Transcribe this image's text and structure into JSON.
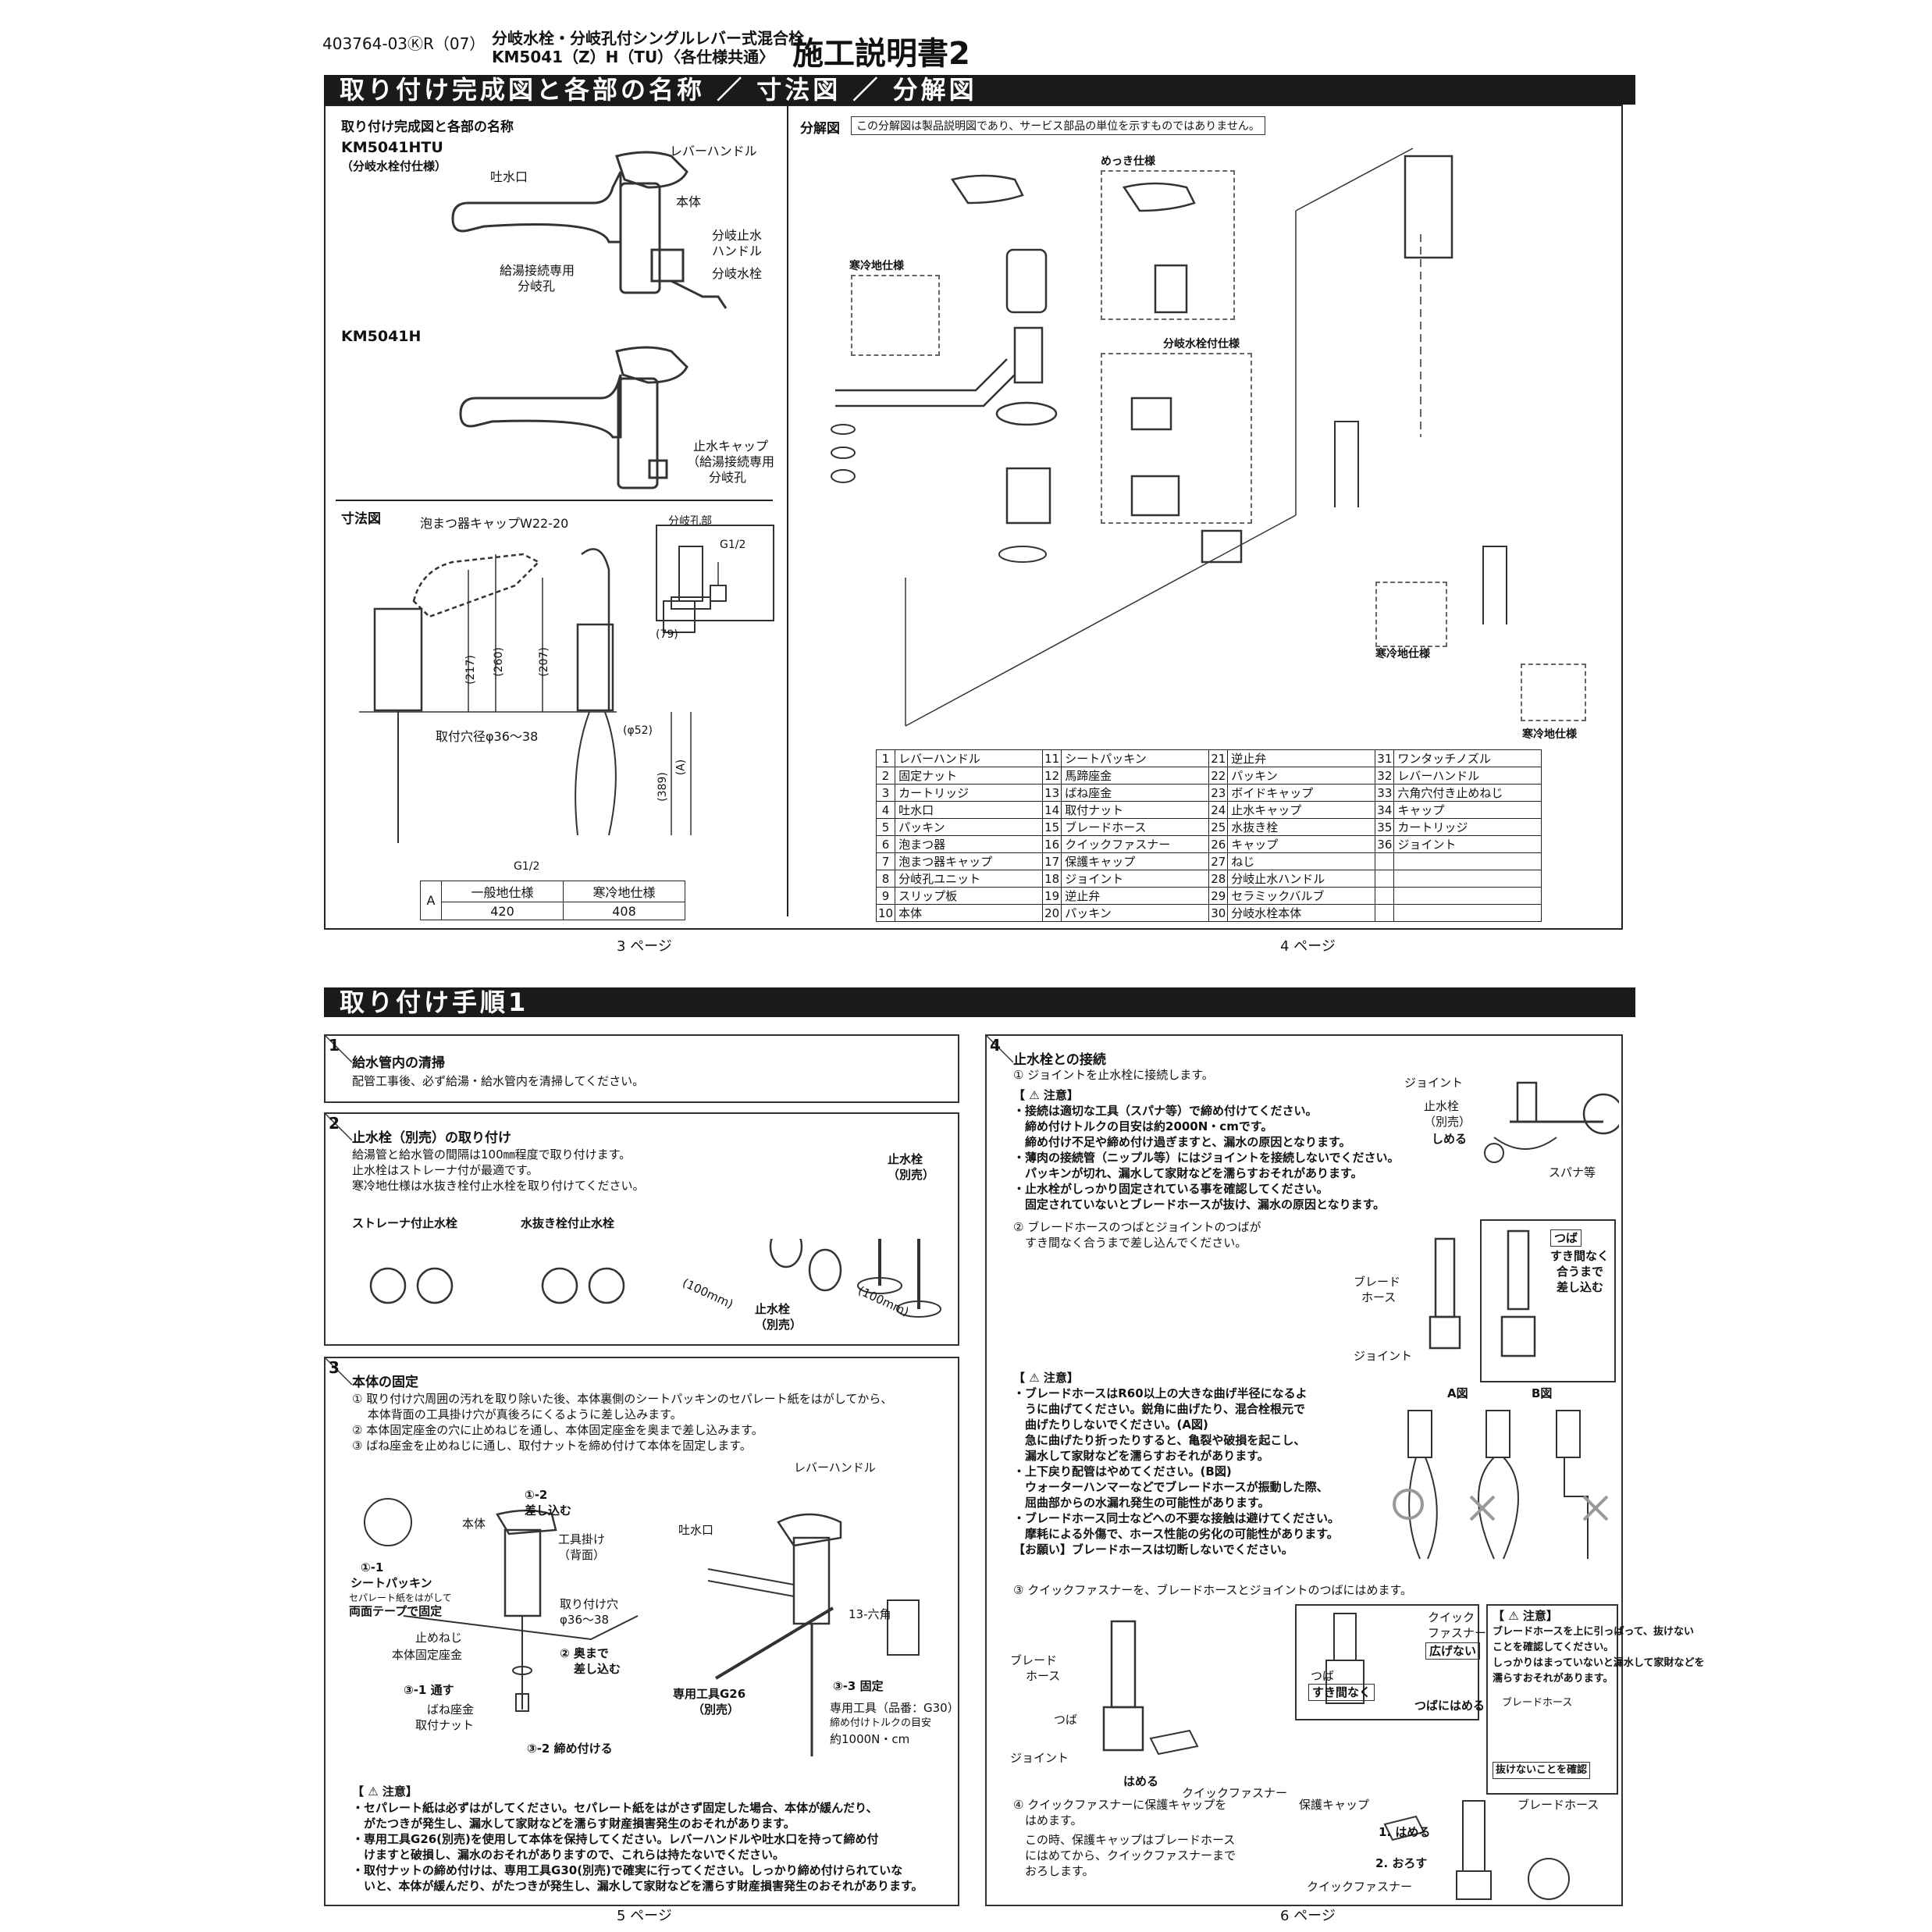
{
  "header": {
    "doc_code": "403764-03ⓀR（07）",
    "product_line1": "分岐水栓・分岐孔付シングルレバー式混合栓",
    "product_line2": "KM5041（Z）H（TU）〈各仕様共通〉",
    "doc_title": "施工説明書2"
  },
  "section1": {
    "title": "取り付け完成図と各部の名称 ／ 寸法図 ／ 分解図",
    "left": {
      "heading": "取り付け完成図と各部の名称",
      "model1": "KM5041HTU",
      "model1_sub": "（分岐水栓付仕様）",
      "model1_labels": [
        "レバーハンドル",
        "吐水口",
        "本体",
        "分岐止水",
        "ハンドル",
        "分岐水栓",
        "給湯接続専用",
        "分岐孔"
      ],
      "model2": "KM5041H",
      "model2_labels": [
        "止水キャップ",
        "（給湯接続専用",
        "分岐孔"
      ],
      "dim_heading": "寸法図",
      "dim_labels": [
        "泡まつ器キャップW22-20",
        "分岐孔部",
        "G1/2",
        "(79)",
        "(217)",
        "(260)",
        "(207)",
        "取付穴径φ36～38",
        "(φ52)",
        "(389)",
        "(A)",
        "G1/2"
      ],
      "dim_table": {
        "row_head": "A",
        "cols": [
          "一般地仕様",
          "寒冷地仕様"
        ],
        "vals": [
          "420",
          "408"
        ]
      }
    },
    "right": {
      "heading": "分解図",
      "note": "この分解図は製品説明図であり、サービス部品の単位を示すものではありません。",
      "group_plating": "めっき仕様",
      "group_cold": "寒冷地仕様",
      "group_branch": "分岐水栓付仕様",
      "group_cold2": "寒冷地仕様",
      "group_cold3": "寒冷地仕様",
      "parts_table": [
        [
          "1",
          "レバーハンドル",
          "11",
          "シートパッキン",
          "21",
          "逆止弁",
          "31",
          "ワンタッチノズル"
        ],
        [
          "2",
          "固定ナット",
          "12",
          "馬蹄座金",
          "22",
          "パッキン",
          "32",
          "レバーハンドル"
        ],
        [
          "3",
          "カートリッジ",
          "13",
          "ばね座金",
          "23",
          "ボイドキャップ",
          "33",
          "六角穴付き止めねじ"
        ],
        [
          "4",
          "吐水口",
          "14",
          "取付ナット",
          "24",
          "止水キャップ",
          "34",
          "キャップ"
        ],
        [
          "5",
          "パッキン",
          "15",
          "ブレードホース",
          "25",
          "水抜き栓",
          "35",
          "カートリッジ"
        ],
        [
          "6",
          "泡まつ器",
          "16",
          "クイックファスナー",
          "26",
          "キャップ",
          "36",
          "ジョイント"
        ],
        [
          "7",
          "泡まつ器キャップ",
          "17",
          "保護キャップ",
          "27",
          "ねじ",
          "",
          ""
        ],
        [
          "8",
          "分岐孔ユニット",
          "18",
          "ジョイント",
          "28",
          "分岐止水ハンドル",
          "",
          ""
        ],
        [
          "9",
          "スリップ板",
          "19",
          "逆止弁",
          "29",
          "セラミックバルブ",
          "",
          ""
        ],
        [
          "10",
          "本体",
          "20",
          "パッキン",
          "30",
          "分岐水栓本体",
          "",
          ""
        ]
      ]
    },
    "page_left": "3 ページ",
    "page_right": "4 ページ"
  },
  "section2": {
    "title": "取り付け手順1",
    "step1": {
      "num": "1",
      "title": "給水管内の清掃",
      "text": "配管工事後、必ず給湯・給水管内を清掃してください。"
    },
    "step2": {
      "num": "2",
      "title": "止水栓（別売）の取り付け",
      "lines": [
        "給湯管と給水管の間隔は100㎜程度で取り付けます。",
        "止水栓はストレーナ付が最適です。",
        "寒冷地仕様は水抜き栓付止水栓を取り付けてください。"
      ],
      "label_strainer": "ストレーナ付止水栓",
      "label_drain": "水抜き栓付止水栓",
      "label_valve": "止水栓",
      "label_valve_sub": "（別売）",
      "label_valve2": "止水栓",
      "label_valve2_sub": "（別売）",
      "dim1": "(100mm)",
      "dim2": "(100mm)"
    },
    "step3": {
      "num": "3",
      "title": "本体の固定",
      "lines": [
        "① 取り付け穴周囲の汚れを取り除いた後、本体裏側のシートパッキンのセパレート紙をはがしてから、",
        "　 本体背面の工具掛け穴が真後ろにくるように差し込みます。",
        "② 本体固定座金の穴に止めねじを通し、本体固定座金を奥まで差し込みます。",
        "③ ばね座金を止めねじに通し、取付ナットを締め付けて本体を固定します。"
      ],
      "labels": [
        "①-2",
        "差し込む",
        "本体",
        "工具掛け",
        "（背面）",
        "①-1",
        "シートパッキン",
        "セパレート紙をはがして",
        "両面テープで固定",
        "取り付け穴",
        "φ36～38",
        "止めねじ",
        "本体固定座金",
        "② 奥まで",
        "差し込む",
        "③-1 通す",
        "ばね座金",
        "取付ナット",
        "③-2 締め付ける",
        "レバーハンドル",
        "吐水口",
        "13-六角",
        "専用工具G26",
        "（別売）",
        "③-3 固定",
        "専用工具（品番：G30）",
        "締め付けトルクの目安",
        "約1000N・cm"
      ],
      "caution_head": "【 ⚠ 注意】",
      "caution_lines": [
        "・セパレート紙は必ずはがしてください。セパレート紙をはがさず固定した場合、本体が緩んだり、",
        "　がたつきが発生し、漏水して家財などを濡らす財産損害発生のおそれがあります。",
        "・専用工具G26(別売)を使用して本体を保持してください。レバーハンドルや吐水口を持って締め付",
        "　けますと破損し、漏水のおそれがありますので、これらは持たないでください。",
        "・取付ナットの締め付けは、専用工具G30(別売)で確実に行ってください。しっかり締め付けられていな",
        "　いと、本体が緩んだり、がたつきが発生し、漏水して家財などを濡らす財産損害発生のおそれがあります。"
      ]
    },
    "step4": {
      "num": "4",
      "title": "止水栓との接続",
      "line1": "① ジョイントを止水栓に接続します。",
      "caution1_head": "【 ⚠ 注意】",
      "caution1": [
        "・接続は適切な工具（スパナ等）で締め付けてください。",
        "　締め付けトルクの目安は約2000N・cmです。",
        "　締め付け不足や締め付け過ぎますと、漏水の原因となります。",
        "・薄肉の接続管（ニップル等）にはジョイントを接続しないでください。",
        "　パッキンが切れ、漏水して家財などを濡らすおそれがあります。",
        "・止水栓がしっかり固定されている事を確認してください。",
        "　固定されていないとブレードホースが抜け、漏水の原因となります。"
      ],
      "labels_a": [
        "ジョイント",
        "止水栓",
        "（別売）",
        "しめる",
        "スパナ等"
      ],
      "line2": [
        "② ブレードホースのつばとジョイントのつばが",
        "　すき間なく合うまで差し込んでください。"
      ],
      "labels_b": [
        "ブレード",
        "ホース",
        "ジョイント",
        "つば",
        "すき間なく",
        "合うまで",
        "差し込む"
      ],
      "caution2_head": "【 ⚠ 注意】",
      "caution2": [
        "・ブレードホースはR60以上の大きな曲げ半径になるよ",
        "　うに曲げてください。鋭角に曲げたり、混合栓根元で",
        "　曲げたりしないでください。(A図)",
        "　急に曲げたり折ったりすると、亀裂や破損を起こし、",
        "　漏水して家財などを濡らすおそれがあります。",
        "・上下戻り配管はやめてください。(B図)",
        "　ウォーターハンマーなどでブレードホースが振動した際、",
        "　屈曲部からの水漏れ発生の可能性があります。",
        "・ブレードホース同士などへの不要な接触は避けてください。",
        "　摩耗による外傷で、ホース性能の劣化の可能性があります。",
        "【お願い】ブレードホースは切断しないでください。"
      ],
      "fig_a": "A図",
      "fig_b": "B図",
      "line3": "③ クイックファスナーを、ブレードホースとジョイントのつばにはめます。",
      "labels_c": [
        "ブレード",
        "ホース",
        "つば",
        "ジョイント",
        "はめる",
        "クイックファスナー",
        "クイック",
        "ファスナー",
        "広げない",
        "つば",
        "すき間なく",
        "つばにはめる"
      ],
      "caution3_head": "【 ⚠ 注意】",
      "caution3": [
        "ブレードホースを上に引っぱって、抜けない",
        "ことを確認してください。",
        "しっかりはまっていないと漏水して家財などを",
        "濡らすおそれがあります。"
      ],
      "labels_d": [
        "ブレードホース",
        "抜けないことを確認"
      ],
      "line4": [
        "④ クイックファスナーに保護キャップを",
        "　はめます。",
        "　この時、保護キャップはブレードホース",
        "　にはめてから、クイックファスナーまで",
        "　おろします。"
      ],
      "labels_e": [
        "保護キャップ",
        "ブレードホース",
        "1. はめる",
        "2. おろす",
        "クイックファスナー"
      ]
    },
    "page_left": "5 ページ",
    "page_right": "6 ページ"
  }
}
